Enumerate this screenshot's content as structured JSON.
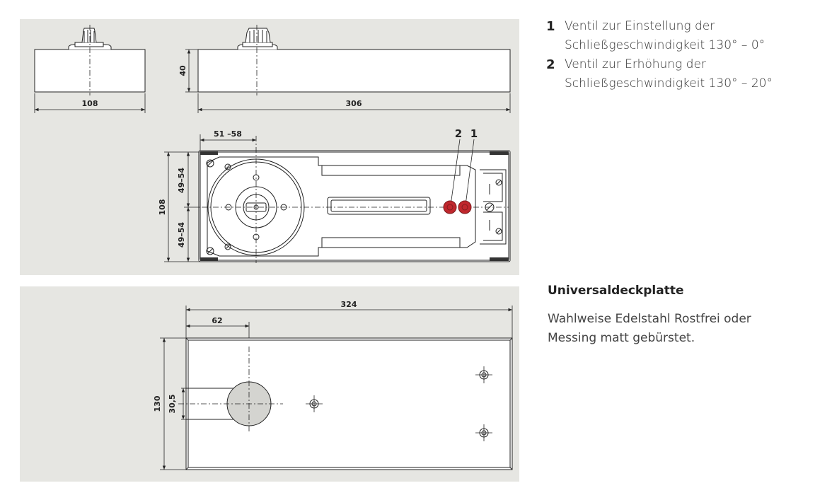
{
  "dimensions": {
    "width_top": "108",
    "height_side": "40",
    "length_side": "306",
    "spindle_offset": "51 –58",
    "width_plan": "108",
    "half_upper": "49–54",
    "half_lower": "49–54",
    "plate_length": "324",
    "plate_spindle_offset": "62",
    "plate_width": "130",
    "plate_slot": "30,5"
  },
  "callouts": {
    "valve_2": "2",
    "valve_1": "1"
  },
  "legend": [
    {
      "num": "1",
      "line1": "Ventil zur Einstellung der",
      "line2": "Schließgeschwindigkeit 130° – 0°"
    },
    {
      "num": "2",
      "line1": "Ventil zur Erhöhung der",
      "line2": "Schließgeschwindigkeit 130° – 20°"
    }
  ],
  "plate": {
    "heading": "Universaldeckplatte",
    "desc_line1": "Wahlweise Edelstahl Rostfrei oder",
    "desc_line2": "Messing matt gebürstet."
  },
  "colors": {
    "panel": "#e6e6e2",
    "valve": "#c0272d",
    "line": "#222222"
  }
}
